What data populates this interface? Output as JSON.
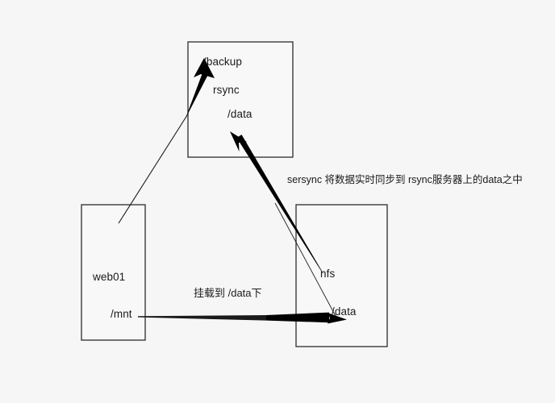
{
  "diagram": {
    "background_color": "#f6f6f6",
    "stroke_color": "#3a3a3a",
    "text_color": "#1a1a1a",
    "nodes": [
      {
        "id": "rsync-server",
        "name": "rsync-server-box",
        "labels": [
          {
            "id": "backup",
            "text": "/backup"
          },
          {
            "id": "rsync",
            "text": "rsync"
          },
          {
            "id": "data",
            "text": "/data"
          }
        ]
      },
      {
        "id": "web01",
        "name": "web01-box",
        "labels": [
          {
            "id": "web01",
            "text": "web01"
          },
          {
            "id": "mnt",
            "text": "/mnt"
          }
        ]
      },
      {
        "id": "nfs-server",
        "name": "nfs-server-box",
        "labels": [
          {
            "id": "nfs",
            "text": "nfs"
          },
          {
            "id": "data",
            "text": "/data"
          }
        ]
      }
    ],
    "edges": [
      {
        "id": "web01-to-backup",
        "name": "arrow-web01-to-backup",
        "label": ""
      },
      {
        "id": "nfs-to-rsync-data",
        "name": "arrow-nfs-to-rsync-data",
        "label": "sersync 将数据实时同步到 rsync服务器上的data之中"
      },
      {
        "id": "mnt-to-nfs-data",
        "name": "arrow-mnt-to-nfs-data",
        "label": "挂载到 /data下"
      }
    ],
    "annotations": {
      "sersync_note": "sersync 将数据实时同步到 rsync服务器上的data之中",
      "mount_note": "挂载到 /data下"
    }
  }
}
